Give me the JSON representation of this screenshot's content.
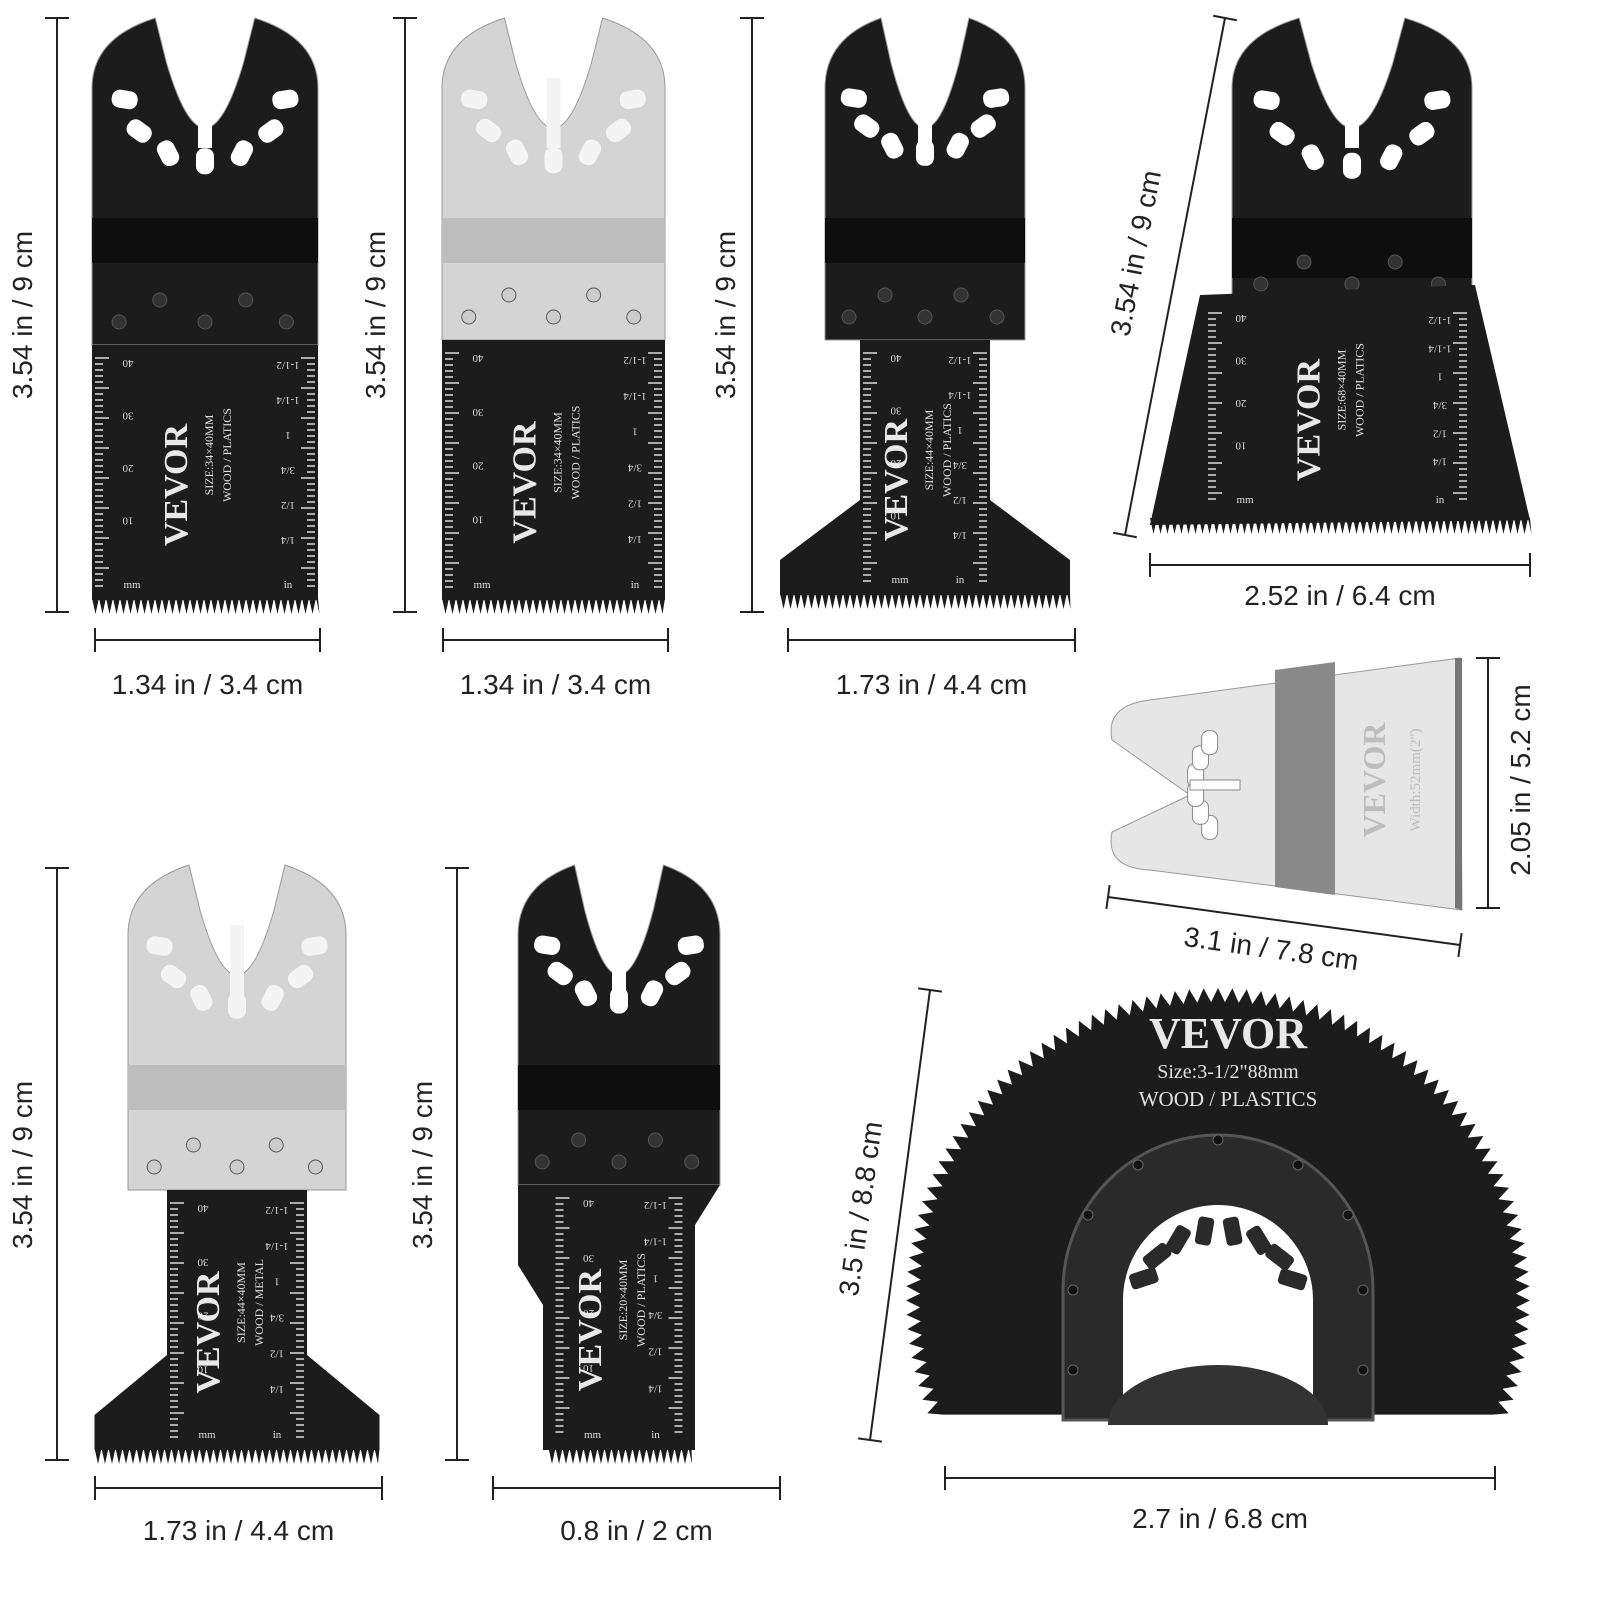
{
  "brand": "VEVOR",
  "colors": {
    "blade_black": "#1c1c1c",
    "blade_silver": "#d4d4d4",
    "band_dark": "#0e0e0e",
    "scraper_band": "#8a8a8a",
    "dimension_text": "#222222"
  },
  "ruler": {
    "mm_marks": [
      "40",
      "30",
      "20",
      "10"
    ],
    "mm_unit": "mm",
    "in_marks": [
      "1-1/2",
      "1-1/4",
      "1",
      "3/4",
      "1/2",
      "1/4"
    ],
    "in_unit": "in"
  },
  "blades": [
    {
      "name": "blade-1",
      "finish": "black",
      "size": "SIZE:34×40MM",
      "material": "WOOD / PLATICS",
      "width_label": "1.34 in / 3.4 cm",
      "height_label": "3.54 in / 9 cm"
    },
    {
      "name": "blade-2",
      "finish": "silver",
      "size": "SIZE:34×40MM",
      "material": "WOOD / PLATICS",
      "width_label": "1.34 in / 3.4 cm",
      "height_label": "3.54 in / 9 cm"
    },
    {
      "name": "blade-3",
      "finish": "black",
      "size": "SIZE:44×40MM",
      "material": "WOOD / PLATICS",
      "width_label": "1.73 in / 4.4 cm",
      "height_label": "3.54 in / 9 cm"
    },
    {
      "name": "blade-4",
      "finish": "black",
      "size": "SIZE:68×40MM",
      "material": "WOOD / PLATICS",
      "width_label": "2.52 in / 6.4 cm",
      "height_label": "3.54 in / 9 cm"
    },
    {
      "name": "blade-6",
      "finish": "silver",
      "size": "SIZE:44×40MM",
      "material": "WOOD / METAL",
      "width_label": "1.73 in / 4.4 cm",
      "height_label": "3.54 in / 9 cm"
    },
    {
      "name": "blade-7",
      "finish": "black",
      "size": "SIZE:20×40MM",
      "material": "WOOD / PLATICS",
      "width_label": "0.8 in / 2 cm",
      "height_label": "3.54 in / 9 cm"
    }
  ],
  "scraper": {
    "size": "Width:52mm(2\")",
    "width_label": "3.1 in / 7.8 cm",
    "height_label": "2.05 in / 5.2 cm"
  },
  "segment_blade": {
    "size": "Size:3-1/2\"88mm",
    "material": "WOOD / PLASTICS",
    "width_label": "2.7 in / 6.8 cm",
    "height_label": "3.5 in / 8.8 cm"
  }
}
